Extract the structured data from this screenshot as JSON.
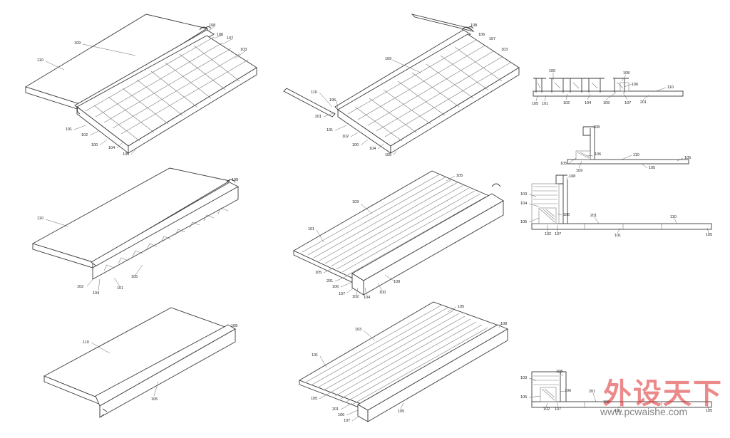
{
  "figures": [
    {
      "id": "fig-a",
      "labels": [
        "110",
        "109",
        "108",
        "106",
        "107",
        "103",
        "101",
        "102",
        "100",
        "104",
        "105"
      ]
    },
    {
      "id": "fig-b",
      "labels": [
        "110",
        "195",
        "201",
        "108",
        "106",
        "107",
        "103",
        "101",
        "102",
        "100",
        "104",
        "105"
      ]
    },
    {
      "id": "fig-c",
      "labels": [
        "100",
        "108",
        "106",
        "109",
        "107",
        "201",
        "105",
        "101",
        "102",
        "110",
        "104"
      ]
    },
    {
      "id": "fig-d",
      "labels": [
        "110",
        "108",
        "102",
        "104",
        "101",
        "105"
      ]
    },
    {
      "id": "fig-e",
      "labels": [
        "105",
        "103",
        "101",
        "201",
        "106",
        "107",
        "102",
        "104",
        "100",
        "109"
      ]
    },
    {
      "id": "fig-f",
      "labels": [
        "108",
        "106",
        "105",
        "109",
        "110",
        "105"
      ]
    },
    {
      "id": "fig-g",
      "labels": [
        "103",
        "104",
        "105",
        "106",
        "108",
        "201",
        "110",
        "102",
        "107",
        "101",
        "105"
      ]
    },
    {
      "id": "fig-h",
      "labels": [
        "110",
        "108",
        "105"
      ]
    },
    {
      "id": "fig-i",
      "labels": [
        "105",
        "103",
        "101",
        "201",
        "106",
        "107",
        "105",
        "108"
      ]
    },
    {
      "id": "fig-j",
      "labels": [
        "103",
        "108",
        "105",
        "106",
        "201",
        "102",
        "107",
        "100",
        "101",
        "105"
      ]
    }
  ],
  "watermark": {
    "title": "外设天下",
    "url": "www.pcwaishe.com"
  }
}
